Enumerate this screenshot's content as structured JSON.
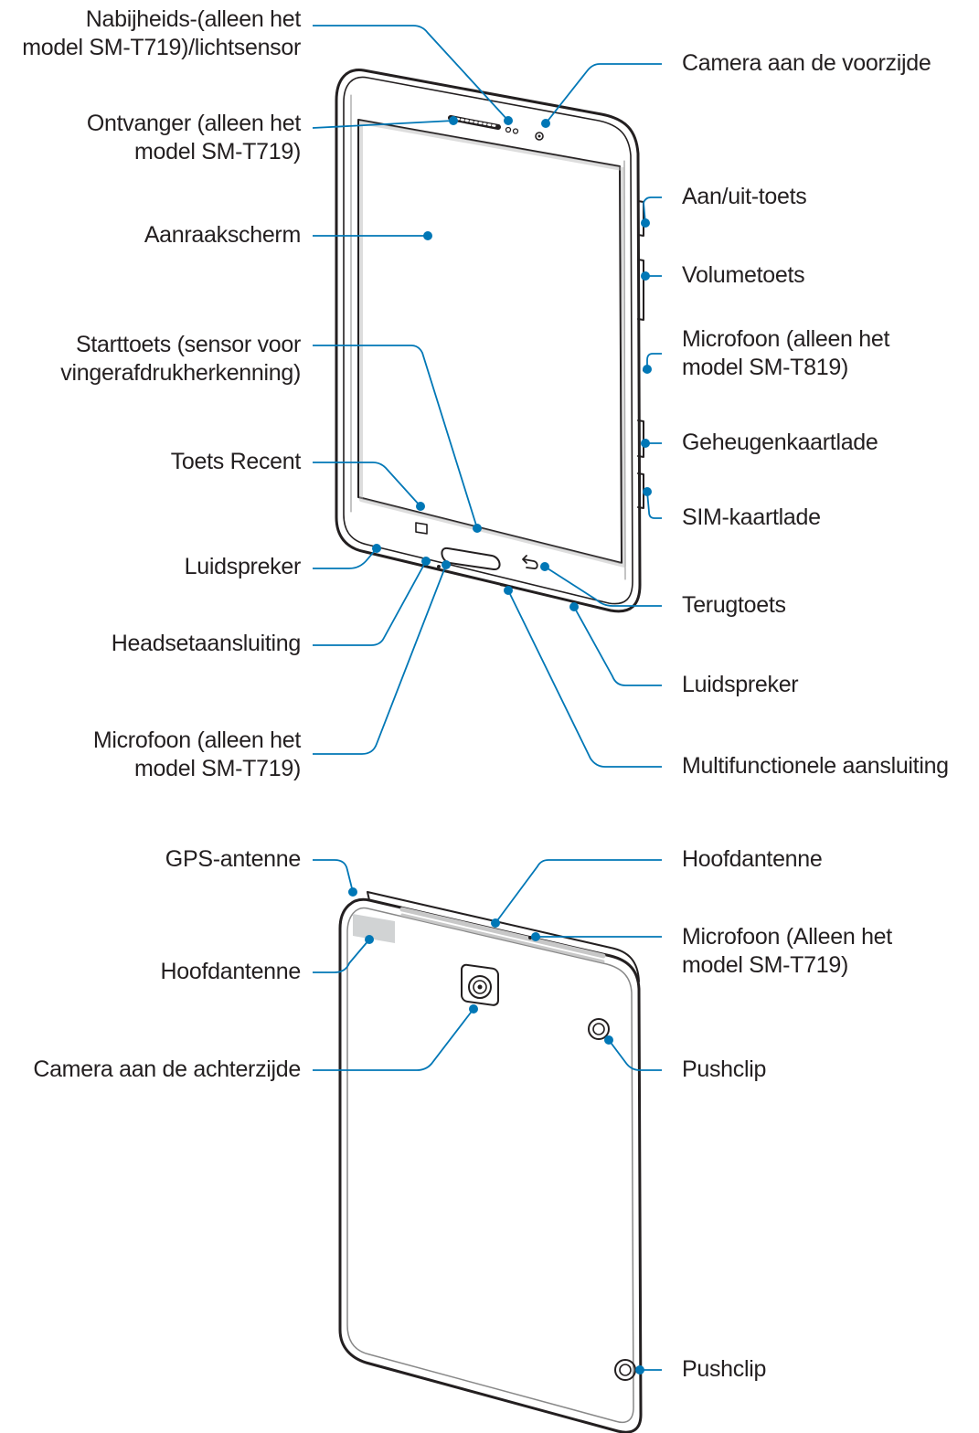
{
  "colors": {
    "callout": "#0077b6",
    "outline": "#231f20",
    "label_text": "#231f20",
    "background": "#ffffff"
  },
  "front_view": {
    "left_labels": {
      "proximity_sensor": [
        "Nabijheids-(alleen het",
        "model SM-T719)/lichtsensor"
      ],
      "receiver": [
        "Ontvanger (alleen het",
        "model SM-T719)"
      ],
      "touchscreen": [
        "Aanraakscherm"
      ],
      "home_key": [
        "Starttoets (sensor voor",
        "vingerafdrukherkenning)"
      ],
      "recent_key": [
        "Toets Recent"
      ],
      "speaker_left": [
        "Luidspreker"
      ],
      "headset_jack": [
        "Headsetaansluiting"
      ],
      "microphone_bottom": [
        "Microfoon (alleen het",
        "model SM-T719)"
      ]
    },
    "right_labels": {
      "front_camera": [
        "Camera aan de voorzijde"
      ],
      "power_key": [
        "Aan/uit-toets"
      ],
      "volume_key": [
        "Volumetoets"
      ],
      "microphone_side": [
        "Microfoon (alleen het",
        "model SM-T819)"
      ],
      "memory_tray": [
        "Geheugenkaartlade"
      ],
      "sim_tray": [
        "SIM-kaartlade"
      ],
      "back_key": [
        "Terugtoets"
      ],
      "speaker_right": [
        "Luidspreker"
      ],
      "multipurpose_jack": [
        "Multifunctionele aansluiting"
      ]
    }
  },
  "back_view": {
    "left_labels": {
      "gps_antenna": [
        "GPS-antenne"
      ],
      "main_antenna_left": [
        "Hoofdantenne"
      ],
      "rear_camera": [
        "Camera aan de achterzijde"
      ]
    },
    "right_labels": {
      "main_antenna_top": [
        "Hoofdantenne"
      ],
      "microphone_top": [
        "Microfoon (Alleen het",
        "model SM-T719)"
      ],
      "pushclip_top": [
        "Pushclip"
      ],
      "pushclip_bottom": [
        "Pushclip"
      ]
    }
  }
}
